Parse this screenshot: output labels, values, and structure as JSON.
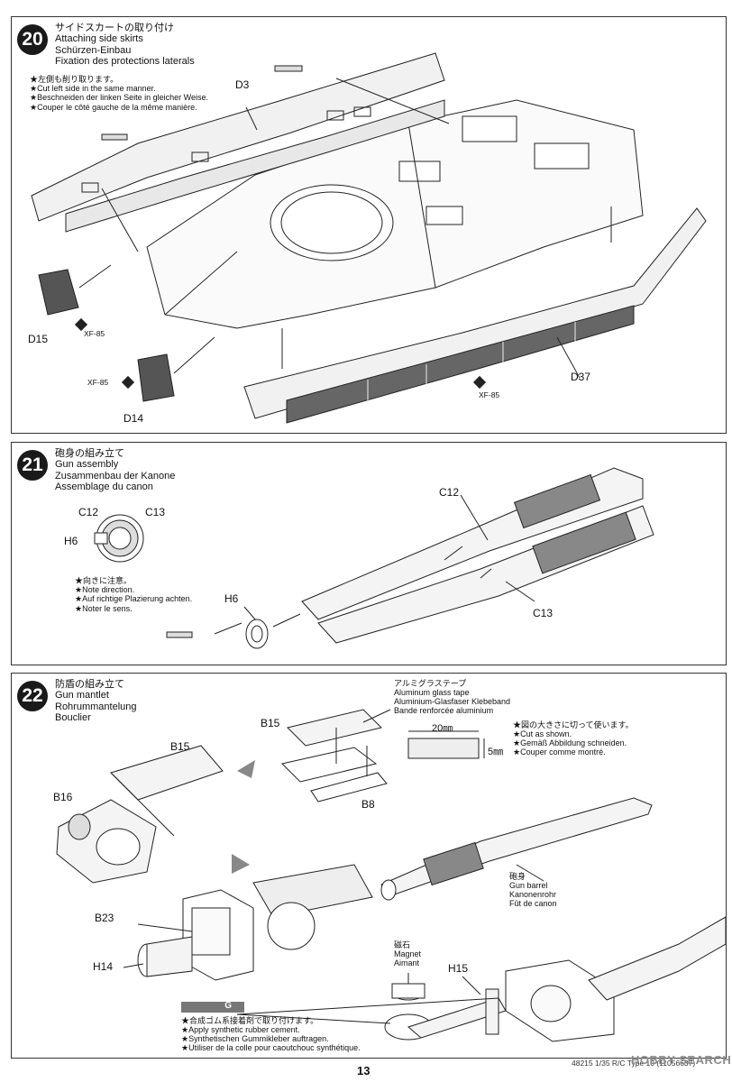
{
  "steps": [
    {
      "number": "20",
      "titles": [
        "サイドスカートの取り付け",
        "Attaching side skirts",
        "Schürzen-Einbau",
        "Fixation des protections laterals"
      ],
      "notes": [
        "★左側も削り取ります。",
        "★Cut left side in the same manner.",
        "★Beschneiden der linken Seite in gleicher Weise.",
        "★Couper le côté gauche de la même manière."
      ],
      "parts": {
        "d3": "D3",
        "d15": "D15",
        "d14": "D14",
        "d37": "D37"
      },
      "paints": [
        "XF-85",
        "XF-85",
        "XF-85"
      ]
    },
    {
      "number": "21",
      "titles": [
        "砲身の組み立て",
        "Gun assembly",
        "Zusammenbau der Kanone",
        "Assemblage du canon"
      ],
      "notes": [
        "★向きに注意。",
        "★Note direction.",
        "★Auf richtige Plazierung achten.",
        "★Noter le sens."
      ],
      "parts": {
        "c12_small": "C12",
        "c13_small": "C13",
        "h6_small": "H6",
        "h6": "H6",
        "c12": "C12",
        "c13": "C13"
      }
    },
    {
      "number": "22",
      "titles": [
        "防盾の組み立て",
        "Gun mantlet",
        "Rohrummantelung",
        "Bouclier"
      ],
      "tape_labels": [
        "アルミグラステープ",
        "Aluminum glass tape",
        "Aluminium-Glasfaser Klebeband",
        "Bande renforcée aluminium"
      ],
      "dimensions": {
        "width": "20㎜",
        "height": "5㎜"
      },
      "cut_notes": [
        "★図の大きさに切って使います。",
        "★Cut as shown.",
        "★Gemäß Abbildung schneiden.",
        "★Couper comme montré."
      ],
      "barrel_labels": [
        "砲身",
        "Gun barrel",
        "Kanonenrohr",
        "Fût de canon"
      ],
      "magnet_labels": [
        "磁石",
        "Magnet",
        "Aimant"
      ],
      "parts": {
        "b15_left": "B15",
        "b15_top": "B15",
        "b16": "B16",
        "b8": "B8",
        "b23": "B23",
        "h14": "H14",
        "h15": "H15"
      },
      "marker": "G",
      "cement_notes": [
        "★合成ゴム系接着剤で取り付けます。",
        "★Apply synthetic rubber cement.",
        "★Synthetischen Gummikleber auftragen.",
        "★Utiliser de la colle pour caoutchouc synthétique."
      ]
    }
  ],
  "page_number": "13",
  "footer": "48215 1/35 R/C Type 10 (11056637)",
  "watermark": "HOBBY SEARCH"
}
